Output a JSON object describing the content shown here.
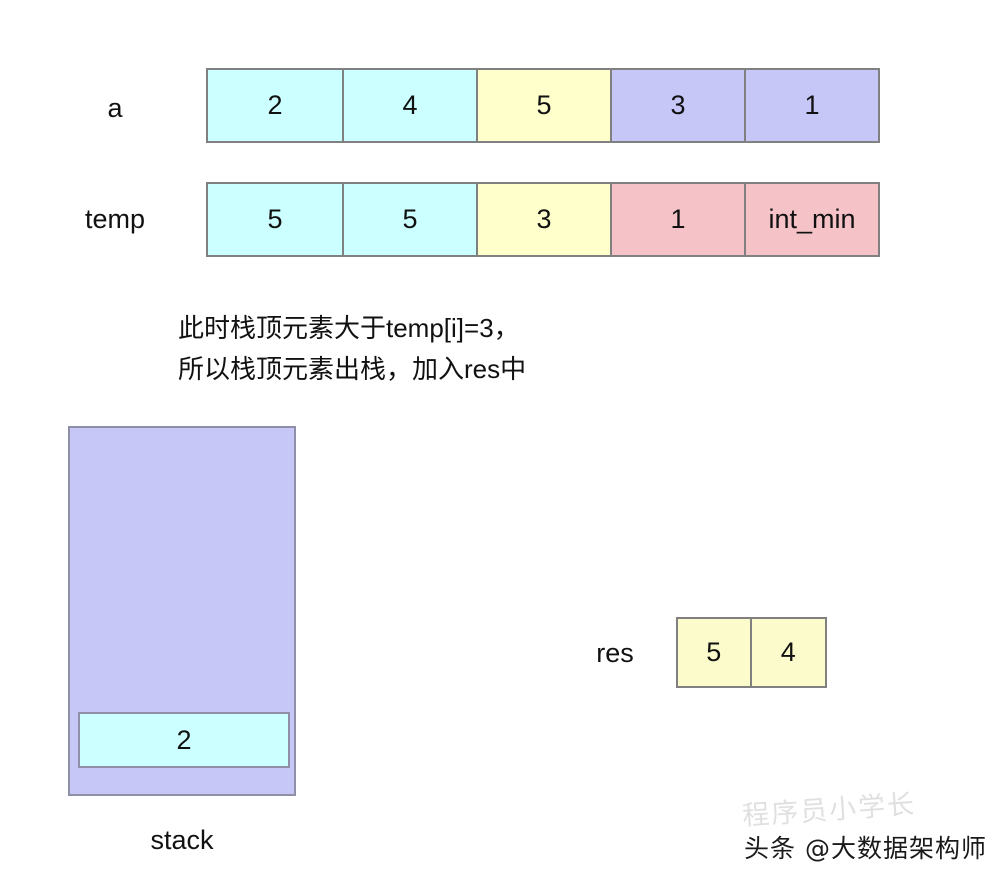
{
  "arrays": [
    {
      "name": "a",
      "label": "a",
      "cells": [
        {
          "value": "2",
          "color": "cyan"
        },
        {
          "value": "4",
          "color": "cyan"
        },
        {
          "value": "5",
          "color": "yellow"
        },
        {
          "value": "3",
          "color": "purple"
        },
        {
          "value": "1",
          "color": "purple"
        }
      ]
    },
    {
      "name": "temp",
      "label": "temp",
      "cells": [
        {
          "value": "5",
          "color": "cyan"
        },
        {
          "value": "5",
          "color": "cyan"
        },
        {
          "value": "3",
          "color": "yellow"
        },
        {
          "value": "1",
          "color": "pink"
        },
        {
          "value": "int_min",
          "color": "pink"
        }
      ]
    }
  ],
  "annotation": {
    "line1": "此时栈顶元素大于temp[i]=3，",
    "line2": "所以栈顶元素出栈，加入res中"
  },
  "stack": {
    "caption": "stack",
    "items": [
      {
        "value": "2",
        "color": "cyan"
      }
    ]
  },
  "res": {
    "label": "res",
    "cells": [
      {
        "value": "5",
        "color": "res"
      },
      {
        "value": "4",
        "color": "res"
      }
    ]
  },
  "watermarks": {
    "main": "头条 @大数据架构师",
    "ghost": "程序员小学长"
  },
  "colors": {
    "cyan": "#ccffff",
    "yellow": "#ffffcc",
    "purple": "#c6c6f7",
    "pink": "#f5c2c7",
    "res": "#fbfbcc",
    "border": "#808080",
    "stack_border": "#8f8fa8",
    "text": "#111111",
    "background": "#ffffff"
  }
}
